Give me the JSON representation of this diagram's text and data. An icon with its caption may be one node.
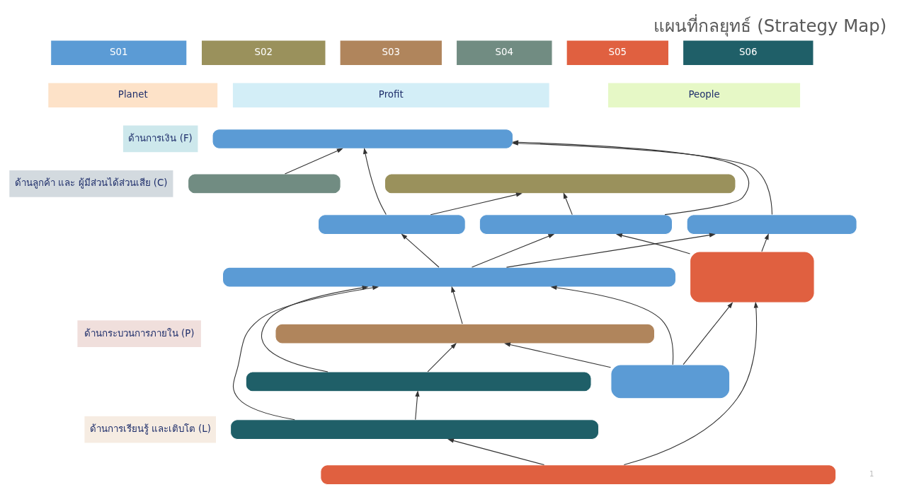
{
  "diagram": {
    "title": "แผนที่กลยุทธ์ (Strategy Map)",
    "nodes": [
      {
        "text": [
          "S01"
        ]
      },
      {
        "text": [
          "S02"
        ]
      },
      {
        "text": [
          "S03"
        ]
      },
      {
        "text": [
          "S04"
        ]
      },
      {
        "text": [
          "S05"
        ]
      },
      {
        "text": [
          "S06"
        ]
      },
      {
        "text": [
          "Planet"
        ]
      },
      {
        "text": [
          "Profit"
        ]
      },
      {
        "text": [
          "People"
        ]
      },
      {
        "text": [
          "ด้านการเงิน (F)"
        ]
      },
      {
        "text": [
          "ด้านลูกค้า และ ผู้มีส่วนได้ส่วนเสีย (C)"
        ]
      },
      {
        "text": [
          "ด้านกระบวนการภายใน (P)"
        ]
      },
      {
        "text": [
          "ด้านการเรียนรู้ และเติบโต (L)"
        ]
      },
      {
        "text": [],
        "shape": "box"
      },
      {
        "text": [],
        "shape": "box"
      },
      {
        "text": [],
        "shape": "box"
      },
      {
        "text": [],
        "shape": "box"
      },
      {
        "text": [],
        "shape": "box"
      },
      {
        "text": [],
        "shape": "box"
      },
      {
        "text": [],
        "shape": "box"
      },
      {
        "text": [],
        "shape": "box"
      },
      {
        "text": [],
        "shape": "box"
      },
      {
        "text": [],
        "shape": "box"
      },
      {
        "text": [],
        "shape": "box"
      },
      {
        "text": [],
        "shape": "box"
      },
      {
        "text": [],
        "shape": "box"
      }
    ],
    "edges": [
      {
        "from": 15,
        "to": 13,
        "arrow": "to"
      },
      {
        "from": 17,
        "to": 13,
        "arrow": "to"
      },
      {
        "from": 16,
        "to": 13,
        "arrow": "to"
      },
      {
        "from": 18,
        "to": 13,
        "arrow": "to"
      },
      {
        "from": 15,
        "to": 14,
        "arrow": "to"
      },
      {
        "from": 16,
        "to": 14,
        "arrow": "to"
      },
      {
        "from": 20,
        "to": 15,
        "arrow": "to"
      },
      {
        "from": 19,
        "to": 16,
        "arrow": "to"
      },
      {
        "from": 20,
        "to": 16,
        "arrow": "to"
      },
      {
        "from": 19,
        "to": 18,
        "arrow": "to"
      },
      {
        "from": 20,
        "to": 18,
        "arrow": "to"
      },
      {
        "from": 22,
        "to": 19,
        "arrow": "to"
      },
      {
        "from": 25,
        "to": 19,
        "arrow": "to"
      },
      {
        "from": 21,
        "to": 20,
        "arrow": "to"
      },
      {
        "from": 22,
        "to": 20,
        "arrow": "to"
      },
      {
        "from": 23,
        "to": 20,
        "arrow": "to"
      },
      {
        "from": 24,
        "to": 20,
        "arrow": "to"
      },
      {
        "from": 22,
        "to": 21,
        "arrow": "to"
      },
      {
        "from": 23,
        "to": 21,
        "arrow": "to"
      },
      {
        "from": 24,
        "to": 23,
        "arrow": "to"
      },
      {
        "from": 25,
        "to": 24,
        "arrow": "to"
      }
    ],
    "labels": [
      "1"
    ]
  }
}
